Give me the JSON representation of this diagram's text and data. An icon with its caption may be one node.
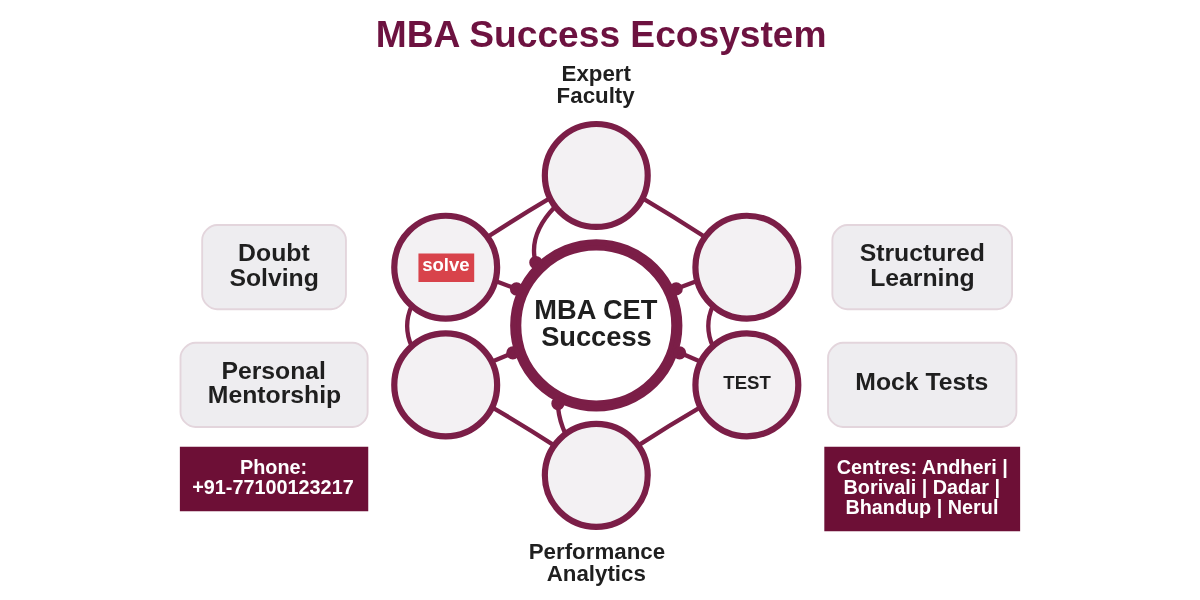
{
  "diagram": {
    "title": "MBA Success Ecosystem",
    "nodes": [
      {
        "text": [],
        "shape": "circle",
        "beside": [
          "Expert Faculty"
        ]
      },
      {
        "text": [
          "solve"
        ],
        "beside": [
          "Doubt Solving"
        ]
      },
      {
        "text": [],
        "shape": "circle",
        "beside": [
          "Structured Learning"
        ]
      },
      {
        "text": [
          "MBA CET Success"
        ]
      },
      {
        "text": [],
        "shape": "circle",
        "beside": [
          "Personal Mentorship"
        ]
      },
      {
        "text": [
          "TEST"
        ],
        "beside": [
          "Mock Tests"
        ]
      },
      {
        "text": [],
        "shape": "circle",
        "beside": [
          "Performance Analytics"
        ]
      }
    ],
    "edges": [
      {
        "from": 0,
        "to": 2,
        "arrow": "none"
      },
      {
        "from": 2,
        "to": 5,
        "arrow": "none"
      },
      {
        "from": 5,
        "to": 6,
        "arrow": "none"
      },
      {
        "from": 6,
        "to": 4,
        "arrow": "none"
      },
      {
        "from": 4,
        "to": 1,
        "arrow": "none"
      },
      {
        "from": 1,
        "to": 0,
        "arrow": "none"
      },
      {
        "from": 0,
        "to": 3,
        "arrow": "other"
      },
      {
        "from": 1,
        "to": 3,
        "arrow": "other"
      },
      {
        "from": 2,
        "to": 3,
        "arrow": "other"
      },
      {
        "from": 4,
        "to": 3,
        "arrow": "other"
      },
      {
        "from": 5,
        "to": 3,
        "arrow": "other"
      },
      {
        "from": 6,
        "to": 3,
        "arrow": "other"
      }
    ],
    "labels": [
      "Phone: +91-77100123217",
      "Centres: Andheri | Borivali | Dadar | Bhandup | Nerul"
    ]
  }
}
